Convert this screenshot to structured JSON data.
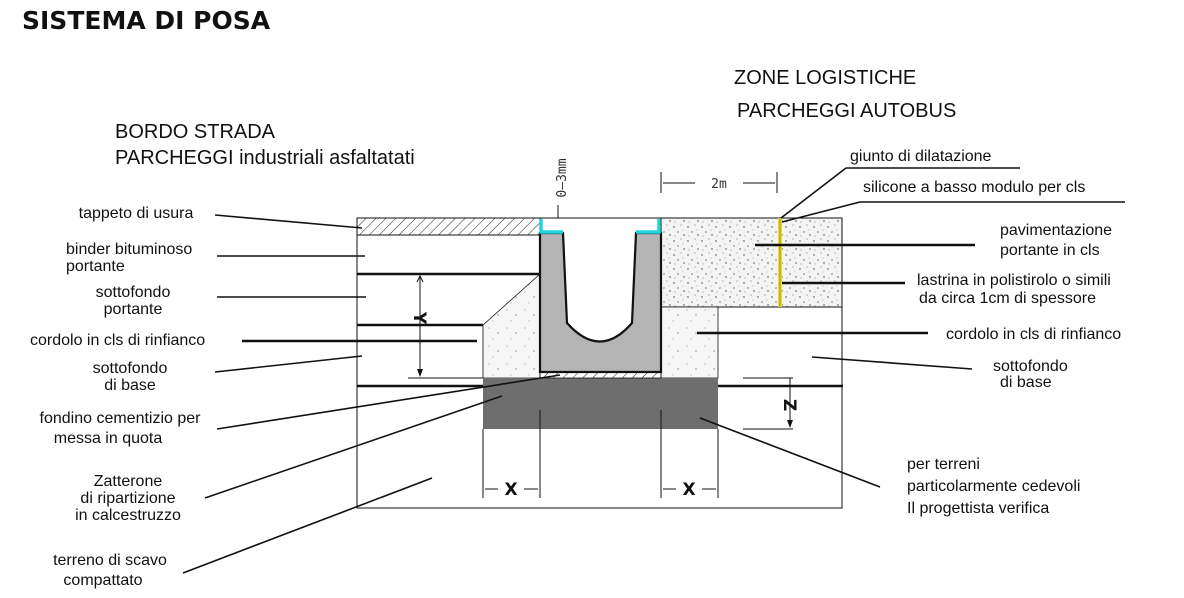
{
  "title": "SISTEMA DI POSA",
  "left_heading": [
    "BORDO STRADA",
    "PARCHEGGI industriali asfaltatati"
  ],
  "right_heading": [
    "ZONE LOGISTICHE",
    "PARCHEGGI AUTOBUS"
  ],
  "dimensions": {
    "gap": "0–3mm",
    "width": "2m",
    "y": "Y",
    "z": "Z",
    "x": "X"
  },
  "left_labels": {
    "tappeto": "tappeto di usura",
    "binder": [
      "binder bituminoso",
      "portante"
    ],
    "sottofondo_portante": [
      "sottofondo",
      "portante"
    ],
    "cordolo": "cordolo in cls di rinfianco",
    "sottofondo_base": [
      "sottofondo",
      "di base"
    ],
    "fondino": [
      "fondino cementizio per",
      "messa in quota"
    ],
    "zatterone": [
      "Zatterone",
      "di ripartizione",
      "in calcestruzzo"
    ],
    "terreno": [
      "terreno di scavo",
      "compattato"
    ]
  },
  "right_labels": {
    "giunto": "giunto di dilatazione",
    "silicone": "silicone a basso modulo per cls",
    "pavimentazione": [
      "pavimentazione",
      "portante in cls"
    ],
    "lastrina": [
      "lastrina in polistirolo o simili",
      "da circa 1cm di spessore"
    ],
    "cordolo": "cordolo in cls di rinfianco",
    "sottofondo_base": [
      "sottofondo",
      "di base"
    ],
    "terreni": [
      "per terreni",
      "particolarmente cedevoli",
      "Il progettista verifica"
    ]
  },
  "colors": {
    "channel": "#b4b4b4",
    "zatterone": "#6e6e6e",
    "seal": "#22d3e0",
    "joint": "#e8e020",
    "concrete": "#f2f2f2"
  }
}
